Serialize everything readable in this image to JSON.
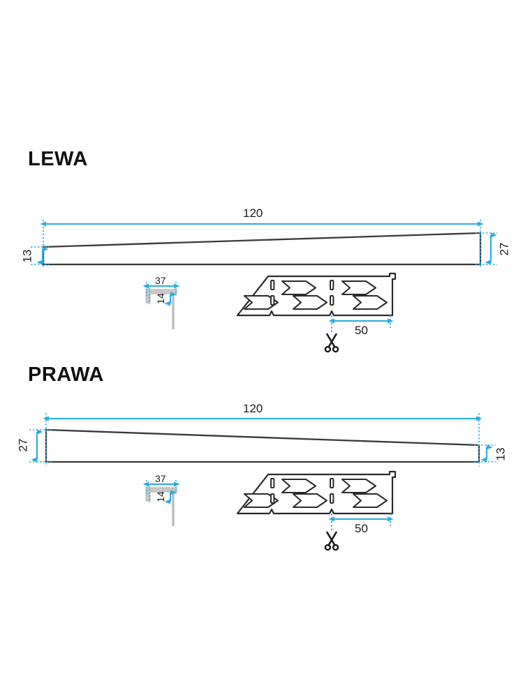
{
  "document": {
    "type": "technical-drawing",
    "units": "mm",
    "background_color": "#ffffff",
    "line_color": "#3a3a3a",
    "dimension_color": "#29abe2",
    "text_color": "#1b1b1b"
  },
  "views": [
    {
      "id": "lewa",
      "heading": "LEWA",
      "profile": {
        "length_label": "120",
        "left_height_label": "13",
        "right_height_label": "27",
        "taper": "left-thin-right-thick"
      },
      "bracket_detail": {
        "width_label": "37",
        "height_label": "14"
      },
      "panel_detail": {
        "cut_offset_label": "50",
        "cut_icon": "scissors-icon",
        "punch_icon": "arrow-punch-icon",
        "slot_icon": "slot-icon"
      }
    },
    {
      "id": "prawa",
      "heading": "PRAWA",
      "profile": {
        "length_label": "120",
        "left_height_label": "27",
        "right_height_label": "13",
        "taper": "left-thick-right-thin"
      },
      "bracket_detail": {
        "width_label": "37",
        "height_label": "14"
      },
      "panel_detail": {
        "cut_offset_label": "50",
        "cut_icon": "scissors-icon",
        "punch_icon": "arrow-punch-icon",
        "slot_icon": "slot-icon"
      }
    }
  ]
}
